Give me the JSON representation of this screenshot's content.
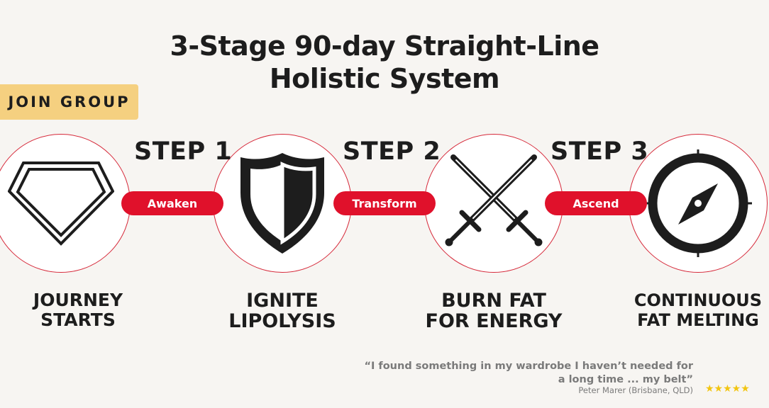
{
  "title": {
    "line1": "3-Stage 90-day Straight-Line",
    "line2": "Holistic System"
  },
  "join_button": "JOIN GROUP",
  "steps": [
    {
      "label": "STEP 1",
      "pill": "Awaken"
    },
    {
      "label": "STEP 2",
      "pill": "Transform"
    },
    {
      "label": "STEP 3",
      "pill": "Ascend"
    }
  ],
  "stages": [
    {
      "icon": "gem-icon",
      "line1": "JOURNEY",
      "line2": "STARTS"
    },
    {
      "icon": "shield-icon",
      "line1": "IGNITE",
      "line2": "LIPOLYSIS"
    },
    {
      "icon": "crossed-swords-icon",
      "line1": "BURN FAT",
      "line2": "FOR ENERGY"
    },
    {
      "icon": "compass-icon",
      "line1": "CONTINUOUS",
      "line2": "FAT MELTING"
    }
  ],
  "testimonial": {
    "line1": "“I found something in my wardrobe I haven’t needed for",
    "line2": "a long time ... my belt”",
    "author": "Peter Marer (Brisbane, QLD)",
    "stars": "★★★★★"
  },
  "colors": {
    "accent": "#e0112b",
    "circle_border": "#d62839",
    "join_bg": "#f5d080",
    "background": "#f7f5f2",
    "stars": "#f2c511"
  }
}
